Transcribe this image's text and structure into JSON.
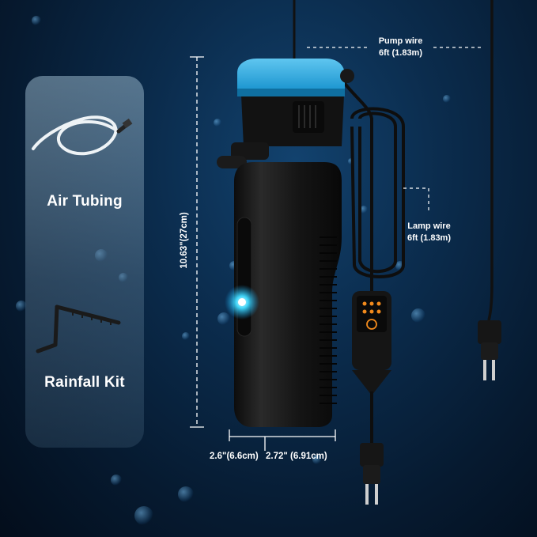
{
  "accessories": {
    "air_tubing_label": "Air Tubing",
    "rainfall_kit_label": "Rainfall Kit"
  },
  "dimensions": {
    "height": "10.63\"(27cm)",
    "depth": "2.6\"(6.6cm)",
    "width": "2.72\" (6.91cm)"
  },
  "wires": {
    "pump_line1": "Pump wire",
    "pump_line2": "6ft (1.83m)",
    "lamp_line1": "Lamp wire",
    "lamp_line2": "6ft (1.83m)"
  },
  "colors": {
    "pump_cap": "#1aa0d8",
    "pump_body": "#141414",
    "led": "#2fd0f5",
    "background": "#0b2c4d",
    "controller_leds": "#f28a1c"
  }
}
